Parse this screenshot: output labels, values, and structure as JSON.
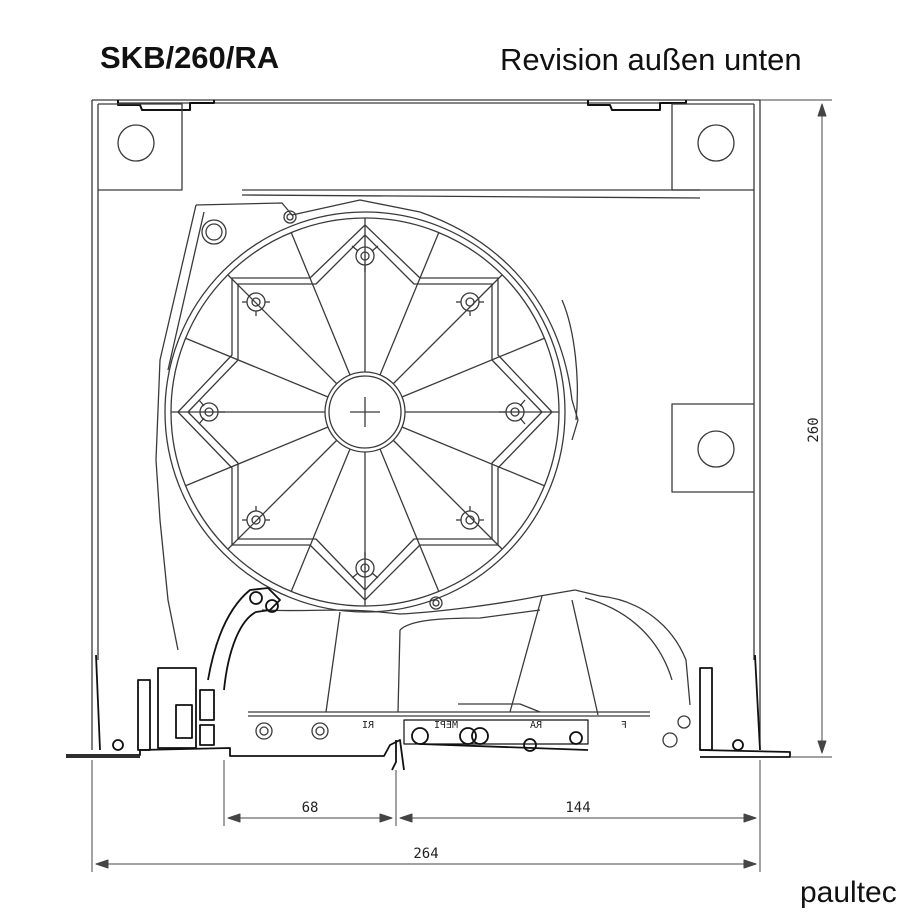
{
  "header": {
    "model_code": "SKB/260/RA",
    "revision_note": "Revision außen unten"
  },
  "footer": {
    "brand": "paultec"
  },
  "dimensions": {
    "height": "260",
    "total_width": "264",
    "left_segment": "68",
    "right_segment": "144"
  },
  "labels": {
    "ri": "RI",
    "mepi": "MEPI",
    "ra": "RA",
    "f": "F"
  },
  "colors": {
    "line": "#3a3a3a",
    "heavy": "#111111"
  }
}
